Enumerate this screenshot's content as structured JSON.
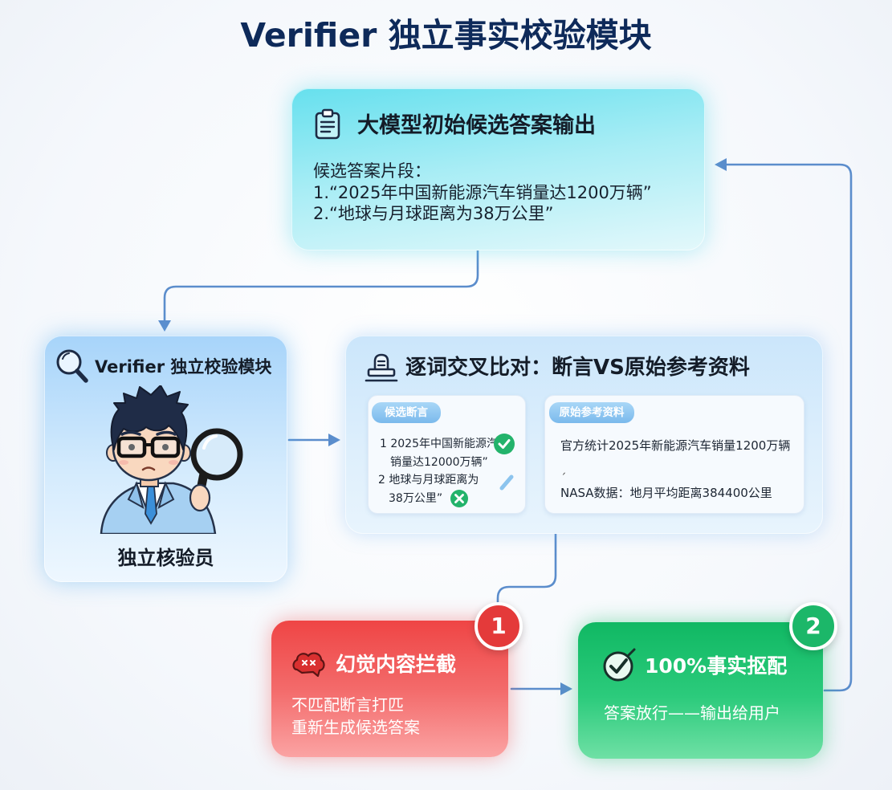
{
  "title": "Verifier 独立事实校验模块",
  "colors": {
    "title": "#0e2a5a",
    "arrow": "#5b8dcc",
    "tag": "#7ab9ec",
    "reject_box": "#ef4545",
    "pass_box": "#10b863",
    "badge_reject": "#e43a3a",
    "badge_pass": "#1cb769",
    "check": "#23b36b"
  },
  "candidate_box": {
    "icon": "clipboard-icon",
    "heading": "大模型初始候选答案输出",
    "label": "候选答案片段：",
    "items": [
      "1.“2025年中国新能源汽车销量达1200万辆”",
      "2.“地球与月球距离为38万公里”"
    ]
  },
  "verifier_box": {
    "icon": "magnifier-icon",
    "heading": "Verifier 独立校验模块",
    "caption": "独立核验员"
  },
  "compare_box": {
    "icon": "document-stamp-icon",
    "heading": "逐词交叉比对：断言VS原始参考资料",
    "assertions": {
      "tag": "候选断言",
      "lines": [
        {
          "text": "1 2025年中国新能源汽",
          "icon": "check-circle-icon"
        },
        {
          "text": "销量达12000万辆”"
        },
        {
          "text": "2 地球与月球距离为",
          "icon": "slash-mark-icon"
        },
        {
          "text": "38万公里”",
          "icon": "x-circle-icon"
        }
      ]
    },
    "references": {
      "tag": "原始参考资料",
      "lines": [
        "官方统计2025年新能源汽车销量1200万辆",
        "ˏ",
        "NASA数据：地月平均距离384400公里"
      ]
    }
  },
  "reject_box": {
    "badge": "1",
    "icon": "hallucination-icon",
    "heading": "幻觉内容拦截",
    "lines": [
      "不匹配断言打匹",
      "重新生成候选答案"
    ]
  },
  "pass_box": {
    "badge": "2",
    "icon": "check-badge-icon",
    "heading": "100%事实抠配",
    "lines": [
      "答案放行——输出给用户"
    ]
  }
}
